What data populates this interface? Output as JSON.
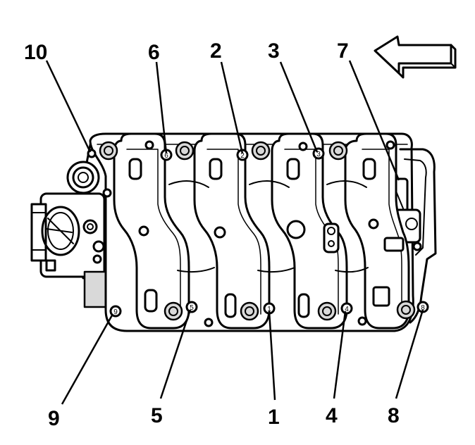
{
  "figure": {
    "callouts": [
      {
        "id": "10",
        "label": "10"
      },
      {
        "id": "6",
        "label": "6"
      },
      {
        "id": "2",
        "label": "2"
      },
      {
        "id": "3",
        "label": "3"
      },
      {
        "id": "7",
        "label": "7"
      },
      {
        "id": "9",
        "label": "9"
      },
      {
        "id": "5",
        "label": "5"
      },
      {
        "id": "1",
        "label": "1"
      },
      {
        "id": "4",
        "label": "4"
      },
      {
        "id": "8",
        "label": "8"
      }
    ],
    "bolt_marks": {
      "b6": "6",
      "b2": "2",
      "b3": "3",
      "b9": "9",
      "b5": "5",
      "b1": "1",
      "b4": "4",
      "b8": "8"
    },
    "arrow": {
      "direction": "left"
    }
  }
}
